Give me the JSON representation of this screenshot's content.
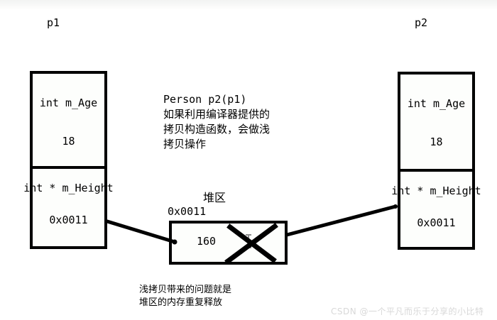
{
  "diagram": {
    "title_note": "Person p2(p1)",
    "left_object": {
      "label": "p1",
      "fields": [
        {
          "name": "int m_Age",
          "value": "18"
        },
        {
          "name": "int * m_Height",
          "value": "0x0011"
        }
      ]
    },
    "right_object": {
      "label": "p2",
      "fields": [
        {
          "name": "int  m_Age",
          "value": "18"
        },
        {
          "name": "int * m_Height",
          "value": "0x0011"
        }
      ]
    },
    "heap": {
      "title": "堆区",
      "address": "0x0011",
      "value": "160",
      "crossed_out": true
    },
    "note_lines": [
      "Person p2(p1)",
      "如果利用编译器提供的",
      "拷贝构造函数，会做浅",
      "拷贝操作"
    ],
    "caption_lines": [
      "浅拷贝带来的问题就是",
      "堆区的内存重复释放"
    ],
    "watermark": "CSDN @一个平凡而乐于分享的小比特",
    "colors": {
      "stroke": "#000000",
      "background": "#ffffff",
      "watermark": "#d8d8d8"
    }
  }
}
